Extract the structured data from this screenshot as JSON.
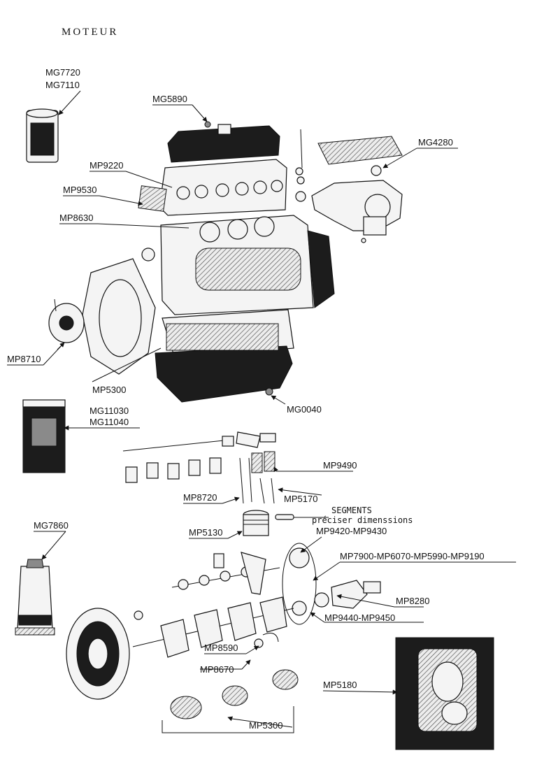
{
  "page_title": "MOTEUR",
  "labels": {
    "mg7720": "MG7720",
    "mg7110": "MG7110",
    "mg5890": "MG5890",
    "mg4280": "MG4280",
    "mp9220": "MP9220",
    "mp9530": "MP9530",
    "mp8630": "MP8630",
    "mp8710": "MP8710",
    "mp5300_top": "MP5300",
    "mg0040": "MG0040",
    "mg11030": "MG11030",
    "mg11040": "MG11040",
    "mp9490": "MP9490",
    "mp8720": "MP8720",
    "mp5170": "MP5170",
    "segments": "SEGMENTS",
    "segments_note": "préciser dimenssions",
    "mp5130": "MP5130",
    "mp9420_9430": "MP9420-MP9430",
    "mg7860": "MG7860",
    "mp7900_group": "MP7900-MP6070-MP5990-MP9190",
    "mp8280": "MP8280",
    "mp9440_9450": "MP9440-MP9450",
    "mp8590": "MP8590",
    "mp8670": "MP8670",
    "mp5180": "MP5180",
    "mp5300_bottom": "MP5300"
  }
}
